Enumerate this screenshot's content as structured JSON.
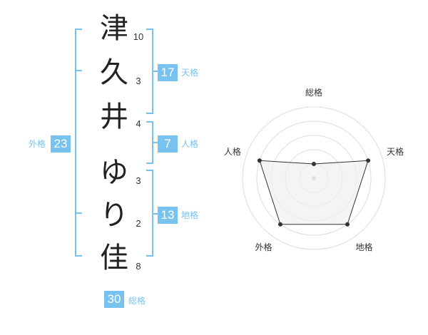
{
  "name": {
    "characters": [
      {
        "char": "津",
        "strokes": "10"
      },
      {
        "char": "久",
        "strokes": "3"
      },
      {
        "char": "井",
        "strokes": "4"
      },
      {
        "char": "ゆ",
        "strokes": "3"
      },
      {
        "char": "り",
        "strokes": "2"
      },
      {
        "char": "佳",
        "strokes": "8"
      }
    ]
  },
  "kaku": {
    "tenkaku": {
      "value": "17",
      "label": "天格"
    },
    "jinkaku": {
      "value": "7",
      "label": "人格"
    },
    "chikaku": {
      "value": "13",
      "label": "地格"
    },
    "gaikaku": {
      "value": "23",
      "label": "外格"
    },
    "soukaku": {
      "value": "30",
      "label": "総格"
    }
  },
  "chart_data": {
    "type": "radar",
    "axes": [
      "総格",
      "天格",
      "地格",
      "外格",
      "人格"
    ],
    "levels": 5,
    "values": [
      1,
      4,
      4,
      4,
      4
    ],
    "max": 5,
    "colors": {
      "fill": "#f0f0f0",
      "line": "#333333",
      "grid": "#dddddd",
      "accent": "#78c2ef"
    }
  }
}
